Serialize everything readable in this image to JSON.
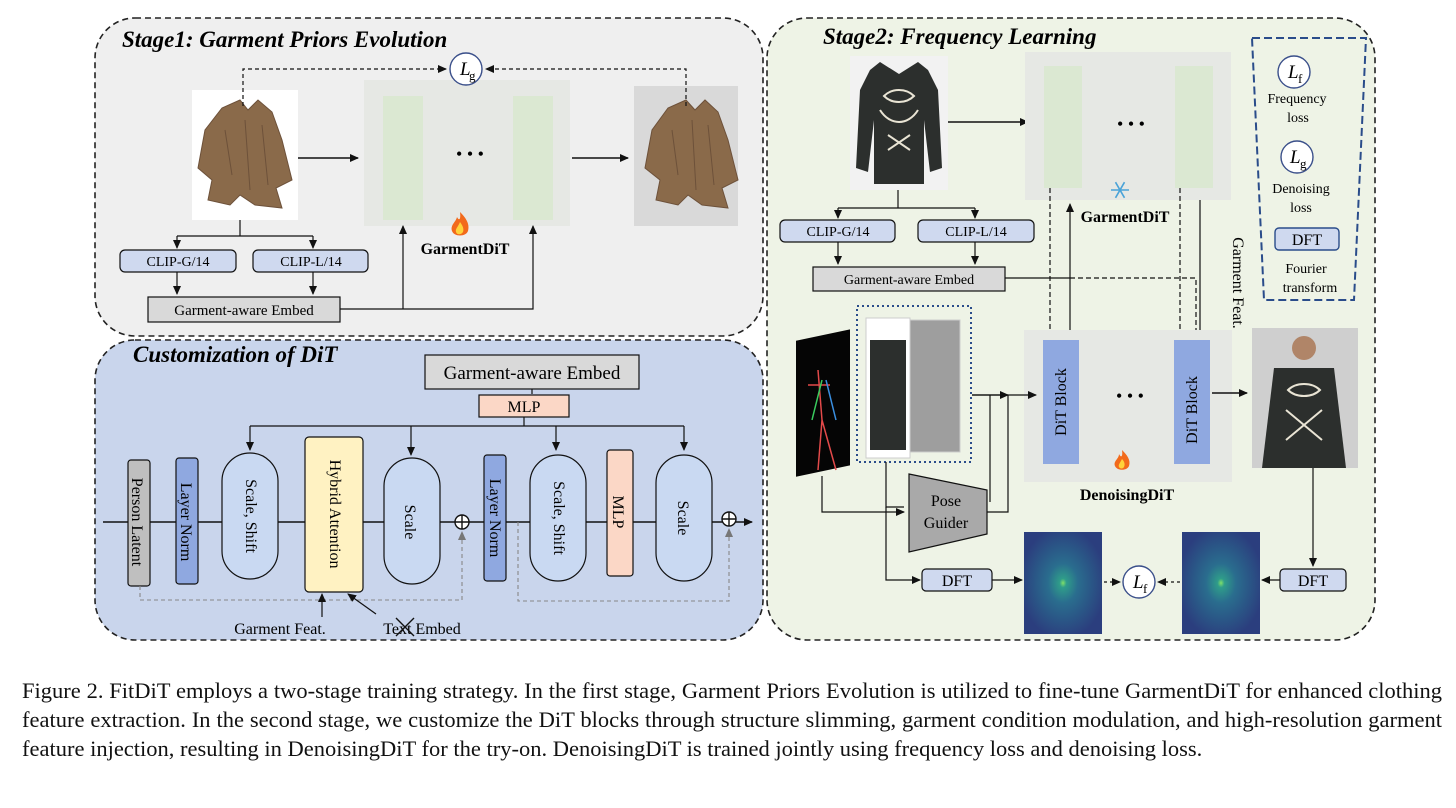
{
  "stage1": {
    "title": "Stage1: Garment Priors Evolution",
    "clip_g": "CLIP-G/14",
    "clip_l": "CLIP-L/14",
    "embed": "Garment-aware Embed",
    "model": "GarmentDiT",
    "loss_main": "L",
    "loss_sub": "g",
    "ellipsis": "• • •"
  },
  "stage2": {
    "title": "Stage2: Frequency Learning",
    "clip_g": "CLIP-G/14",
    "clip_l": "CLIP-L/14",
    "embed": "Garment-aware Embed",
    "garment_model": "GarmentDiT",
    "garment_feat": "Garment Feat.",
    "dit_block": "DiT Block",
    "denoising_model": "DenoisingDiT",
    "pose_guider_line1": "Pose",
    "pose_guider_line2": "Guider",
    "dft": "DFT",
    "loss_main": "L",
    "loss_sub": "f",
    "ellipsis": "• • •"
  },
  "legend": {
    "freq_loss_line1": "Frequency",
    "freq_loss_line2": "loss",
    "denoise_loss_line1": "Denoising",
    "denoise_loss_line2": "loss",
    "dft": "DFT",
    "fourier_line1": "Fourier",
    "fourier_line2": "transform",
    "lf_main": "L",
    "lf_sub": "f",
    "lg_main": "L",
    "lg_sub": "g"
  },
  "custom": {
    "title": "Customization of DiT",
    "embed": "Garment-aware Embed",
    "mlp_top": "MLP",
    "person_latent": "Person Latent",
    "layer_norm_1": "Layer Norm",
    "scale_shift_1": "Scale, Shift",
    "hybrid_attention": "Hybrid Attention",
    "scale_1": "Scale",
    "layer_norm_2": "Layer Norm",
    "scale_shift_2": "Scale, Shift",
    "mlp_block": "MLP",
    "scale_2": "Scale",
    "garment_feat": "Garment Feat.",
    "text_embed": "Text Embed"
  },
  "caption": "Figure 2. FitDiT employs a two-stage training strategy. In the first stage, Garment Priors Evolution is utilized to fine-tune GarmentDiT for enhanced clothing feature extraction. In the second stage, we customize the DiT blocks through structure slimming, garment condition modulation, and high-resolution garment feature injection, resulting in DenoisingDiT for the try-on. DenoisingDiT is trained jointly using frequency loss and denoising loss.",
  "colors": {
    "stage1_bg": "#efefef",
    "stage2_bg": "#eef3e6",
    "custom_bg": "#c9d5ec",
    "clip_box": "#cfd9ef",
    "dit_block": "#8fa8e0",
    "mlp": "#fbd7c6",
    "hybrid": "#fff2c2",
    "garment_brown": "#8a6a4a",
    "shirt_dark": "#2c2f2d"
  }
}
